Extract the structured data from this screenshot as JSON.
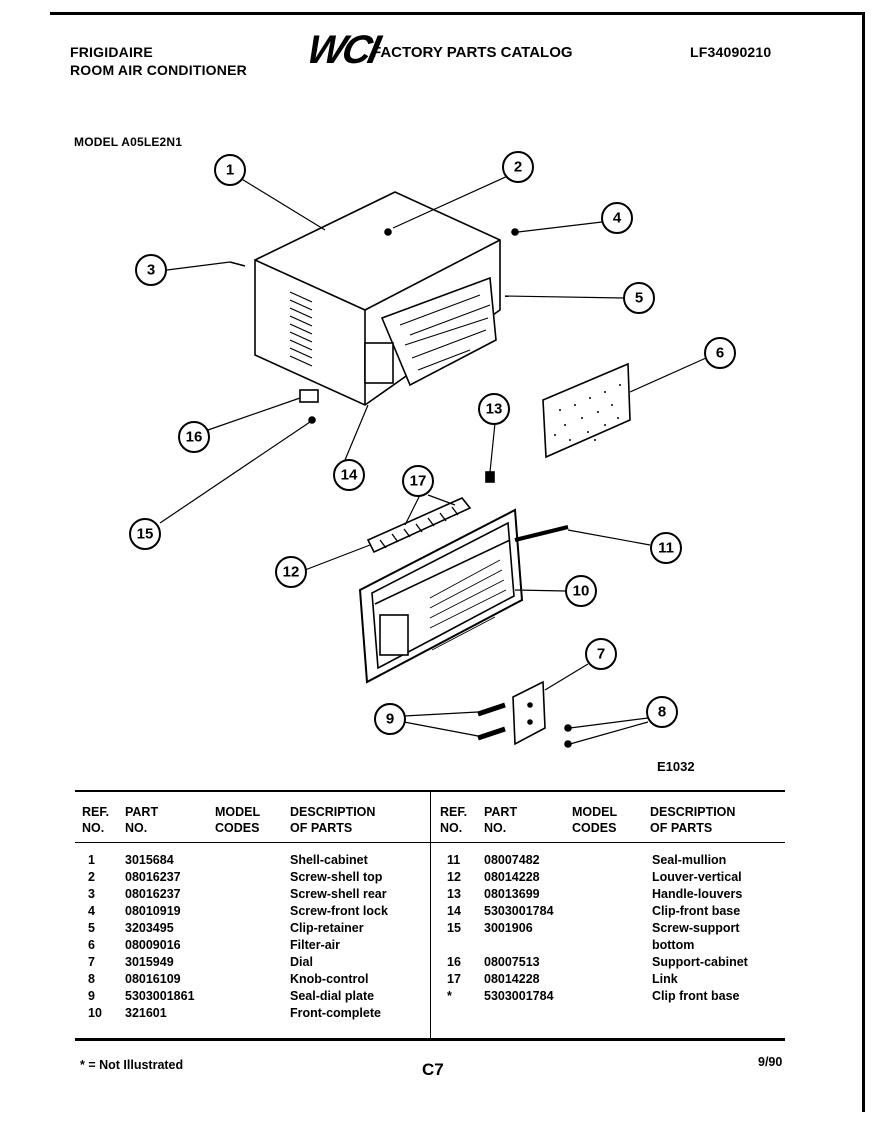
{
  "header": {
    "brand": "FRIGIDAIRE",
    "product": "ROOM AIR CONDITIONER",
    "logo_text": "WCI",
    "catalog_title": "FACTORY PARTS CATALOG",
    "catalog_number": "LF34090210",
    "model": "MODEL A05LE2N1"
  },
  "diagram": {
    "code": "E1032",
    "callouts": [
      "1",
      "2",
      "3",
      "4",
      "5",
      "6",
      "7",
      "8",
      "9",
      "10",
      "11",
      "12",
      "13",
      "14",
      "15",
      "16",
      "17"
    ]
  },
  "table": {
    "headers": {
      "ref": [
        "REF.",
        "NO."
      ],
      "part": [
        "PART",
        "NO."
      ],
      "codes": [
        "MODEL",
        "CODES"
      ],
      "desc": [
        "DESCRIPTION",
        "OF PARTS"
      ]
    },
    "left": [
      {
        "ref": "1",
        "part": "3015684",
        "desc": "Shell-cabinet"
      },
      {
        "ref": "2",
        "part": "08016237",
        "desc": "Screw-shell top"
      },
      {
        "ref": "3",
        "part": "08016237",
        "desc": "Screw-shell rear"
      },
      {
        "ref": "4",
        "part": "08010919",
        "desc": "Screw-front lock"
      },
      {
        "ref": "5",
        "part": "3203495",
        "desc": "Clip-retainer"
      },
      {
        "ref": "6",
        "part": "08009016",
        "desc": "Filter-air"
      },
      {
        "ref": "7",
        "part": "3015949",
        "desc": "Dial"
      },
      {
        "ref": "8",
        "part": "08016109",
        "desc": "Knob-control"
      },
      {
        "ref": "9",
        "part": "5303001861",
        "desc": "Seal-dial plate"
      },
      {
        "ref": "10",
        "part": "321601",
        "desc": "Front-complete"
      }
    ],
    "right": [
      {
        "ref": "11",
        "part": "08007482",
        "desc": "Seal-mullion"
      },
      {
        "ref": "12",
        "part": "08014228",
        "desc": "Louver-vertical"
      },
      {
        "ref": "13",
        "part": "08013699",
        "desc": "Handle-louvers"
      },
      {
        "ref": "14",
        "part": "5303001784",
        "desc": "Clip-front base"
      },
      {
        "ref": "15",
        "part": "3001906",
        "desc": "Screw-support"
      },
      {
        "ref": "",
        "part": "",
        "desc": "bottom"
      },
      {
        "ref": "16",
        "part": "08007513",
        "desc": "Support-cabinet"
      },
      {
        "ref": "17",
        "part": "08014228",
        "desc": "Link"
      },
      {
        "ref": "*",
        "part": "5303001784",
        "desc": "Clip front base"
      }
    ]
  },
  "footer": {
    "note": "* = Not Illustrated",
    "page": "C7",
    "date": "9/90"
  }
}
